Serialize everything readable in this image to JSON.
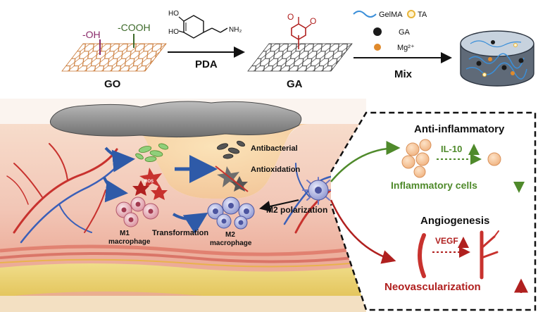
{
  "top": {
    "go_label": "GO",
    "oh_label": "-OH",
    "cooh_label": "-COOH",
    "pda_label": "PDA",
    "ho_top": "HO",
    "ho_bottom": "HO",
    "nh2": "NH₂",
    "ga_label": "GA",
    "mix_label": "Mix",
    "legend": {
      "gelma": "GelMA",
      "ta": "TA",
      "ga": "GA",
      "mg": "Mg²⁺"
    }
  },
  "wound": {
    "antibacterial": "Antibacterial",
    "antioxidation": "Antioxidation",
    "ros": "ROS",
    "m1_line1": "M1",
    "m1_line2": "macrophage",
    "transformation": "Transformation",
    "m2_line1": "M2",
    "m2_line2": "macrophage",
    "m2_polarization": "M2 polarization"
  },
  "panel": {
    "anti_inflammatory": "Anti-inflammatory",
    "il10": "IL-10",
    "inflammatory_cells": "Inflammatory cells",
    "angiogenesis": "Angiogenesis",
    "vegf": "VEGF",
    "neovascularization": "Neovascularization"
  },
  "colors": {
    "green": "#4f8a2b",
    "red": "#b0201f",
    "go_lattice": "#c8742e",
    "ga_lattice": "#3a3a3a",
    "blue_arrow": "#2e5aa8"
  }
}
